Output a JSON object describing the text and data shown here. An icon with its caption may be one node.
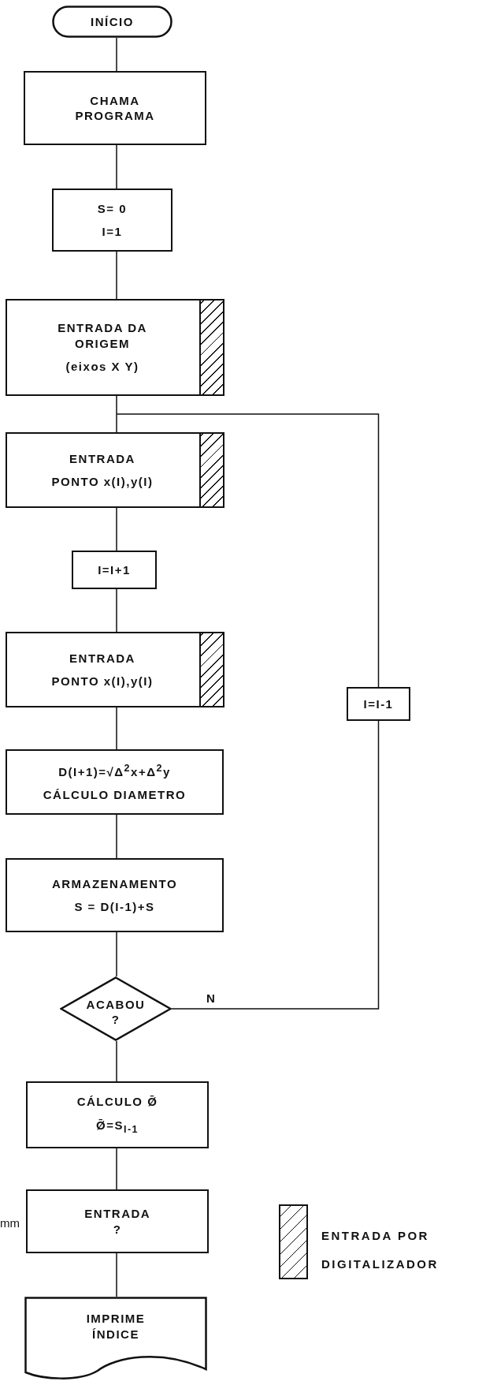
{
  "diagram": {
    "nodes": [
      {
        "text": [
          "INÍCIO"
        ]
      },
      {
        "text": [
          "CHAMA PROGRAMA"
        ]
      },
      {
        "text": [
          "S= 0",
          "I=1"
        ]
      },
      {
        "text": [
          "ENTRADA DA ORIGEM",
          "(eixos X Y)"
        ]
      },
      {
        "text": [
          "ENTRADA",
          "PONTO x(I),y(I)"
        ]
      },
      {
        "text": [
          "I=I+1"
        ]
      },
      {
        "text": [
          "ENTRADA",
          "PONTO x(I),y(I)"
        ]
      },
      {
        "text": [
          "D(I+1)=√Δ$^{2}$x+Δ$^{2}$y",
          "CÁLCULO DIAMETRO"
        ]
      },
      {
        "text": [
          "ARMAZENAMENTO",
          "S = D(I-1)+S"
        ]
      },
      {
        "text": [
          "ACABOU ?"
        ]
      },
      {
        "text": [
          "CÁLCULO Ø̄",
          "Ø̄=S$_{I-1}$"
        ]
      },
      {
        "text": [
          "ENTRADA ?"
        ],
        "beside": [
          "mm"
        ]
      },
      {
        "text": [
          "IMPRIME ÍNDICE"
        ]
      },
      {
        "text": [
          "I=I-1"
        ]
      }
    ],
    "edges": [
      {
        "from": 0,
        "to": 1,
        "arrow": "none"
      },
      {
        "from": 1,
        "to": 2,
        "arrow": "none"
      },
      {
        "from": 2,
        "to": 3,
        "arrow": "none"
      },
      {
        "from": 3,
        "to": 4,
        "arrow": "none"
      },
      {
        "from": 4,
        "to": 5,
        "arrow": "none"
      },
      {
        "from": 5,
        "to": 6,
        "arrow": "none"
      },
      {
        "from": 6,
        "to": 7,
        "arrow": "none"
      },
      {
        "from": 7,
        "to": 8,
        "arrow": "none"
      },
      {
        "from": 8,
        "to": 9,
        "arrow": "none"
      },
      {
        "from": 9,
        "to": 10,
        "arrow": "none"
      },
      {
        "from": 10,
        "to": 11,
        "arrow": "none"
      },
      {
        "from": 11,
        "to": 12,
        "arrow": "none"
      },
      {
        "from": 9,
        "to": 13,
        "arrow": "none",
        "label": "N"
      },
      {
        "from": 13,
        "to": 4,
        "arrow": "none"
      }
    ],
    "legend": [
      {
        "text": "ENTRADA POR DIGITALIZADOR"
      }
    ]
  }
}
